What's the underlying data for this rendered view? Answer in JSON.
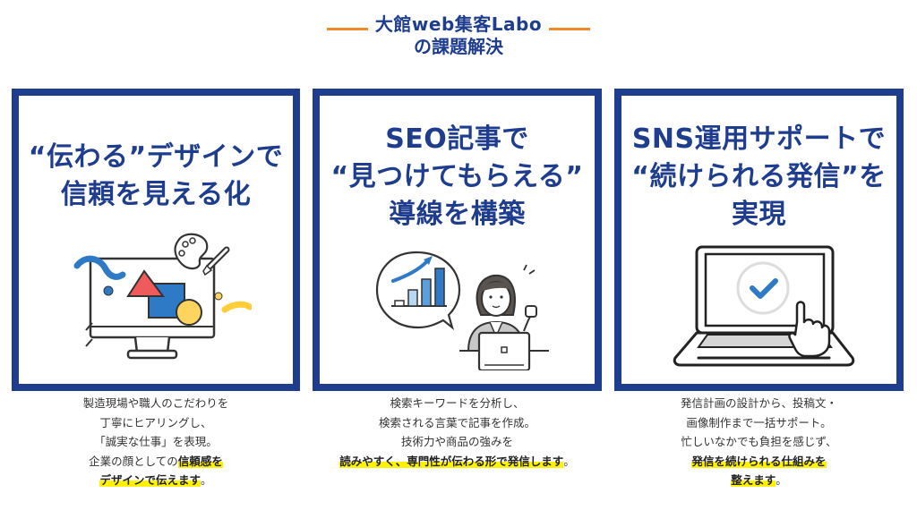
{
  "heading": {
    "title": "大館web集客Labo",
    "subtitle": "の課題解決",
    "accent_color": "#f18a2b",
    "text_color": "#1f3d8f"
  },
  "cards": [
    {
      "title_lines": [
        "“伝わる”デザインで",
        "信頼を見える化"
      ],
      "illustration": "monitor-with-shapes-and-palette-icon",
      "description": {
        "lines": [
          "製造現場や職人のこだわりを",
          "丁寧にヒアリングし、",
          "「誠実な仕事」を表現。"
        ],
        "line4_plain": "企業の顔としての",
        "line4_highlight": "信頼感を",
        "line5_highlight": "デザインで伝えます",
        "line5_tail": "。"
      }
    },
    {
      "title_lines": [
        "SEO記事で",
        "“見つけてもらえる”",
        "導線を構築"
      ],
      "illustration": "woman-with-laptop-and-growth-chart-icon",
      "description": {
        "lines": [
          "検索キーワードを分析し、",
          "検索される言葉で記事を作成。",
          "技術力や商品の強みを"
        ],
        "line4_highlight": "読みやすく、専門性が伝わる形で発信します",
        "line4_tail": "。"
      }
    },
    {
      "title_lines": [
        "SNS運用サポートで",
        "“続けられる発信”を",
        "実現"
      ],
      "illustration": "laptop-with-checkmark-and-hand-icon",
      "description": {
        "lines": [
          "発信計画の設計から、投稿文・",
          "画像制作まで一括サポート。",
          "忙しいなかでも負担を感じず、"
        ],
        "line4_highlight": "発信を続けられる仕組みを",
        "line5_highlight": "整えます",
        "line5_tail": "。"
      }
    }
  ],
  "colors": {
    "card_border": "#1f3d8f",
    "highlight": "#fff200",
    "body_text": "#333333"
  }
}
